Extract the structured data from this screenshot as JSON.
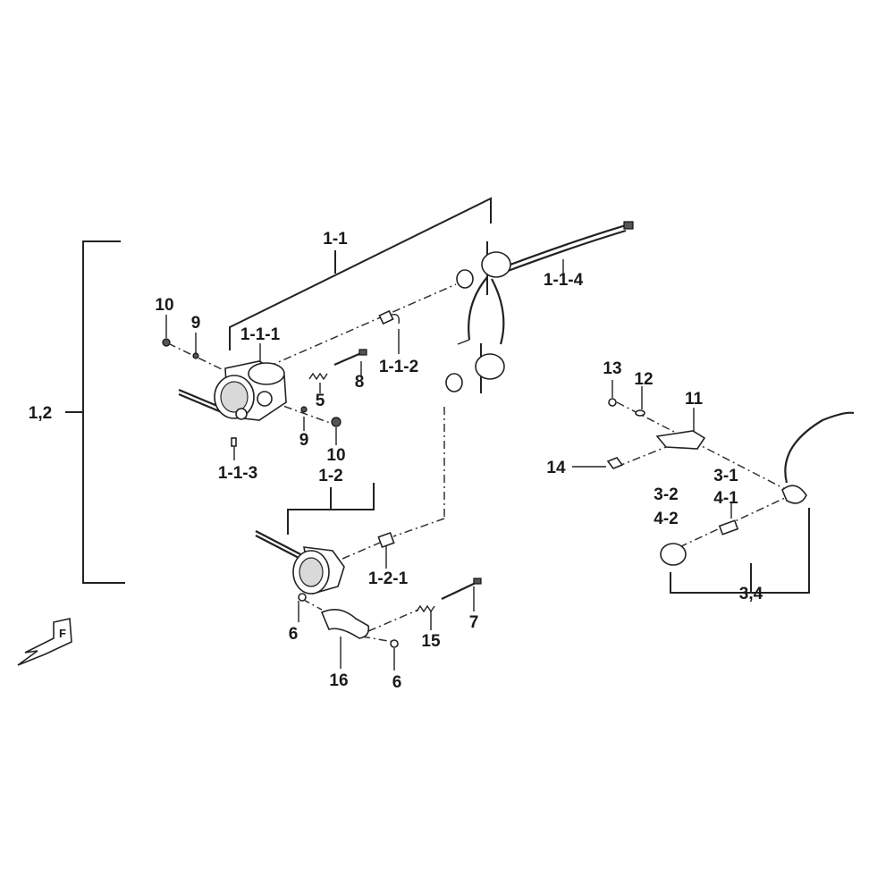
{
  "labels": {
    "assembly_1_2": "1,2",
    "p1_1": "1-1",
    "p1_1_1": "1-1-1",
    "p1_1_2": "1-1-2",
    "p1_1_3": "1-1-3",
    "p1_1_4": "1-1-4",
    "p1_2": "1-2",
    "p1_2_1": "1-2-1",
    "p10_top": "10",
    "p9_top": "9",
    "p5": "5",
    "p8": "8",
    "p9_bottom": "9",
    "p10_bottom": "10",
    "p6_left": "6",
    "p6_right": "6",
    "p16": "16",
    "p15": "15",
    "p7": "7",
    "p13": "13",
    "p12": "12",
    "p11": "11",
    "p14": "14",
    "p3_1": "3-1",
    "p4_1": "4-1",
    "p3_2": "3-2",
    "p4_2": "4-2",
    "assembly_3_4": "3,4",
    "front_marker": "F"
  }
}
